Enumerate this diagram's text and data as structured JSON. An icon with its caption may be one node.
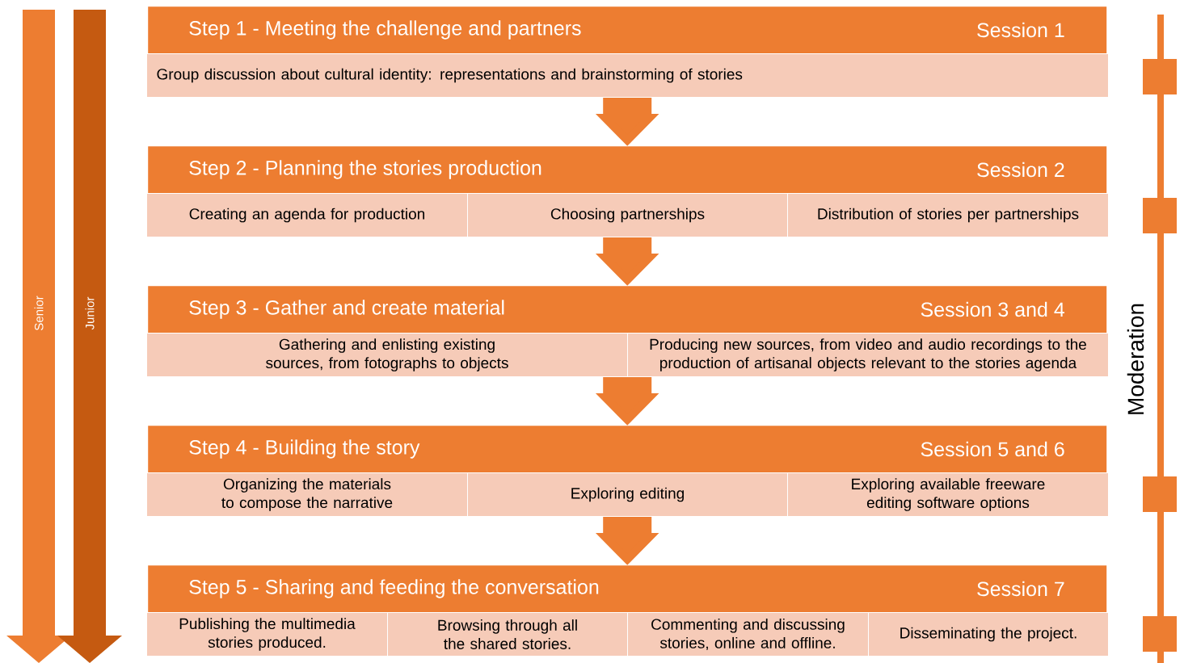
{
  "diagram": {
    "nodes": [
      {
        "text": [
          "Senior"
        ]
      },
      {
        "text": [
          "Junior"
        ]
      },
      {
        "text": [
          "Step 1 - Meeting the challenge and partners",
          "Session 1"
        ]
      },
      {
        "text": [
          "Group discussion about cultural identity: representations and brainstorming of stories"
        ]
      },
      {
        "text": [
          "Step 2 - Planning the stories production",
          "Session 2"
        ]
      },
      {
        "text": [
          "Creating an agenda for production"
        ]
      },
      {
        "text": [
          "Choosing partnerships"
        ]
      },
      {
        "text": [
          "Distribution of stories per partnerships"
        ]
      },
      {
        "text": [
          "Step 3 - Gather and create material",
          "Session 3 and 4"
        ]
      },
      {
        "text": [
          "Gathering and enlisting existing sources, from fotographs to objects"
        ]
      },
      {
        "text": [
          "Producing new sources, from video and audio recordings to the production of artisanal objects relevant to the stories agenda"
        ]
      },
      {
        "text": [
          "Step 4 - Building the story",
          "Session 5 and 6"
        ]
      },
      {
        "text": [
          "Organizing the materials to compose the narrative"
        ]
      },
      {
        "text": [
          "Exploring editing"
        ]
      },
      {
        "text": [
          "Exploring available freeware editing software options"
        ]
      },
      {
        "text": [
          "Step 5 - Sharing and feeding the conversation",
          "Session 7"
        ]
      },
      {
        "text": [
          "Publishing the multimedia stories produced."
        ]
      },
      {
        "text": [
          "Browsing through all the shared stories."
        ]
      },
      {
        "text": [
          "Commenting and discussing stories, online and offline."
        ]
      },
      {
        "text": [
          "Disseminating the project."
        ]
      }
    ],
    "edges": [
      {
        "from": 3,
        "to": 4,
        "arrow": "to"
      },
      {
        "from": 6,
        "to": 8,
        "arrow": "to"
      },
      {
        "from": 9,
        "to": 11,
        "arrow": "to"
      },
      {
        "from": 13,
        "to": 15,
        "arrow": "to"
      }
    ],
    "labels": [
      "Moderation"
    ]
  }
}
